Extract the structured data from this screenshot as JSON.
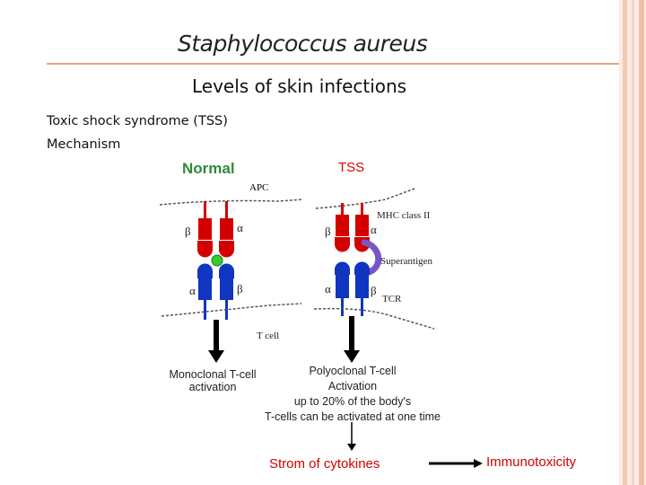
{
  "title": "Staphylococcus aureus",
  "subtitle": "Levels of  skin infections",
  "intro": {
    "line1": "Toxic shock syndrome (TSS)",
    "line2": "Mechanism"
  },
  "diagram": {
    "normal_label": "Normal",
    "tss_label": "TSS",
    "apc_label": "APC",
    "mhc_label": "MHC class II",
    "superantigen_label": "Superantigen",
    "tcr_label": "TCR",
    "tcell_label": "T cell",
    "normal_mhc_left": "β",
    "normal_mhc_right": "α",
    "normal_tcr_left": "α",
    "normal_tcr_right": "β",
    "tss_mhc_left": "β",
    "tss_mhc_right": "α",
    "tss_tcr_left": "α",
    "tss_tcr_right": "β"
  },
  "captions": {
    "monoclonal_1": "Monoclonal T-cell",
    "monoclonal_2": "activation",
    "polyclonal_1": "Polyoclonal T-cell",
    "polyclonal_2": "Activation",
    "polyclonal_3": "up to 20% of the body's",
    "polyclonal_4": "T-cells can be activated at one time"
  },
  "outcome": {
    "storm": "Strom  of  cytokines",
    "immunotoxicity": "Immunotoxicity"
  },
  "colors": {
    "mhc_red": "#d40000",
    "tcr_blue": "#1035c0",
    "peptide_green": "#33cc33",
    "superantigen_purple": "#7a55c8",
    "accent_line": "#e0a57f",
    "text_red": "#d00000",
    "normal_green": "#2e8b3c"
  }
}
